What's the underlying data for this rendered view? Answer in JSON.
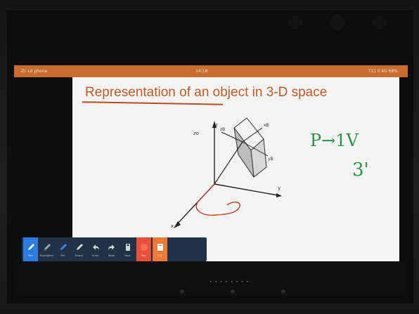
{
  "statusbar": {
    "left": "Zc Ld phone",
    "center": "14:18",
    "right": "T11 ll 4G 68%"
  },
  "slide": {
    "title": "Representation of an object in 3-D space"
  },
  "handwriting": {
    "line1": "P→1V",
    "line2": "3'"
  },
  "toolbar": {
    "items": [
      {
        "label": "Pen",
        "icon": "pen-icon",
        "state": "active"
      },
      {
        "label": "Highlighter",
        "icon": "highlighter-icon",
        "state": "normal"
      },
      {
        "label": "Pen",
        "icon": "pen-blue-icon",
        "state": "normal"
      },
      {
        "label": "Eraser",
        "icon": "eraser-icon",
        "state": "normal"
      },
      {
        "label": "Undo",
        "icon": "undo-icon",
        "state": "normal"
      },
      {
        "label": "Redo",
        "icon": "redo-icon",
        "state": "normal"
      },
      {
        "label": "Save",
        "icon": "save-icon",
        "state": "normal"
      },
      {
        "label": "Rec",
        "icon": "record-icon",
        "state": "danger"
      },
      {
        "label": "Exit",
        "icon": "exit-icon",
        "state": "exit"
      }
    ]
  },
  "page_indicator": "• • • • • • • •",
  "colors": {
    "statusbar": "#c96d2e",
    "title": "#c15a2a",
    "toolbar_bg": "#213247",
    "active_tool": "#2d7de0",
    "record": "#e8503a"
  }
}
